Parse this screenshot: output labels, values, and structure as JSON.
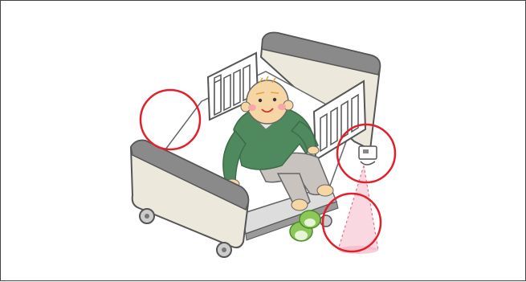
{
  "illustration": {
    "subject": "bed-sensor-illustration",
    "elements": [
      {
        "name": "hospital-bed"
      },
      {
        "name": "elderly-person"
      },
      {
        "name": "slippers"
      },
      {
        "name": "wall-sensor"
      },
      {
        "name": "sensor-beam"
      },
      {
        "name": "highlight-circles",
        "count": 3
      }
    ]
  },
  "colors": {
    "frame_border": "#444444",
    "bed_panel": "#ECE8DC",
    "bed_outline": "#666666",
    "rail_fill": "#FFFFFF",
    "rail_outline": "#555555",
    "sweater": "#4E8A5E",
    "skin": "#F7D6A6",
    "pants": "#C9C3C0",
    "slipper": "#8CC75A",
    "highlight": "#E0202A",
    "beam": "#F4B8C8"
  }
}
